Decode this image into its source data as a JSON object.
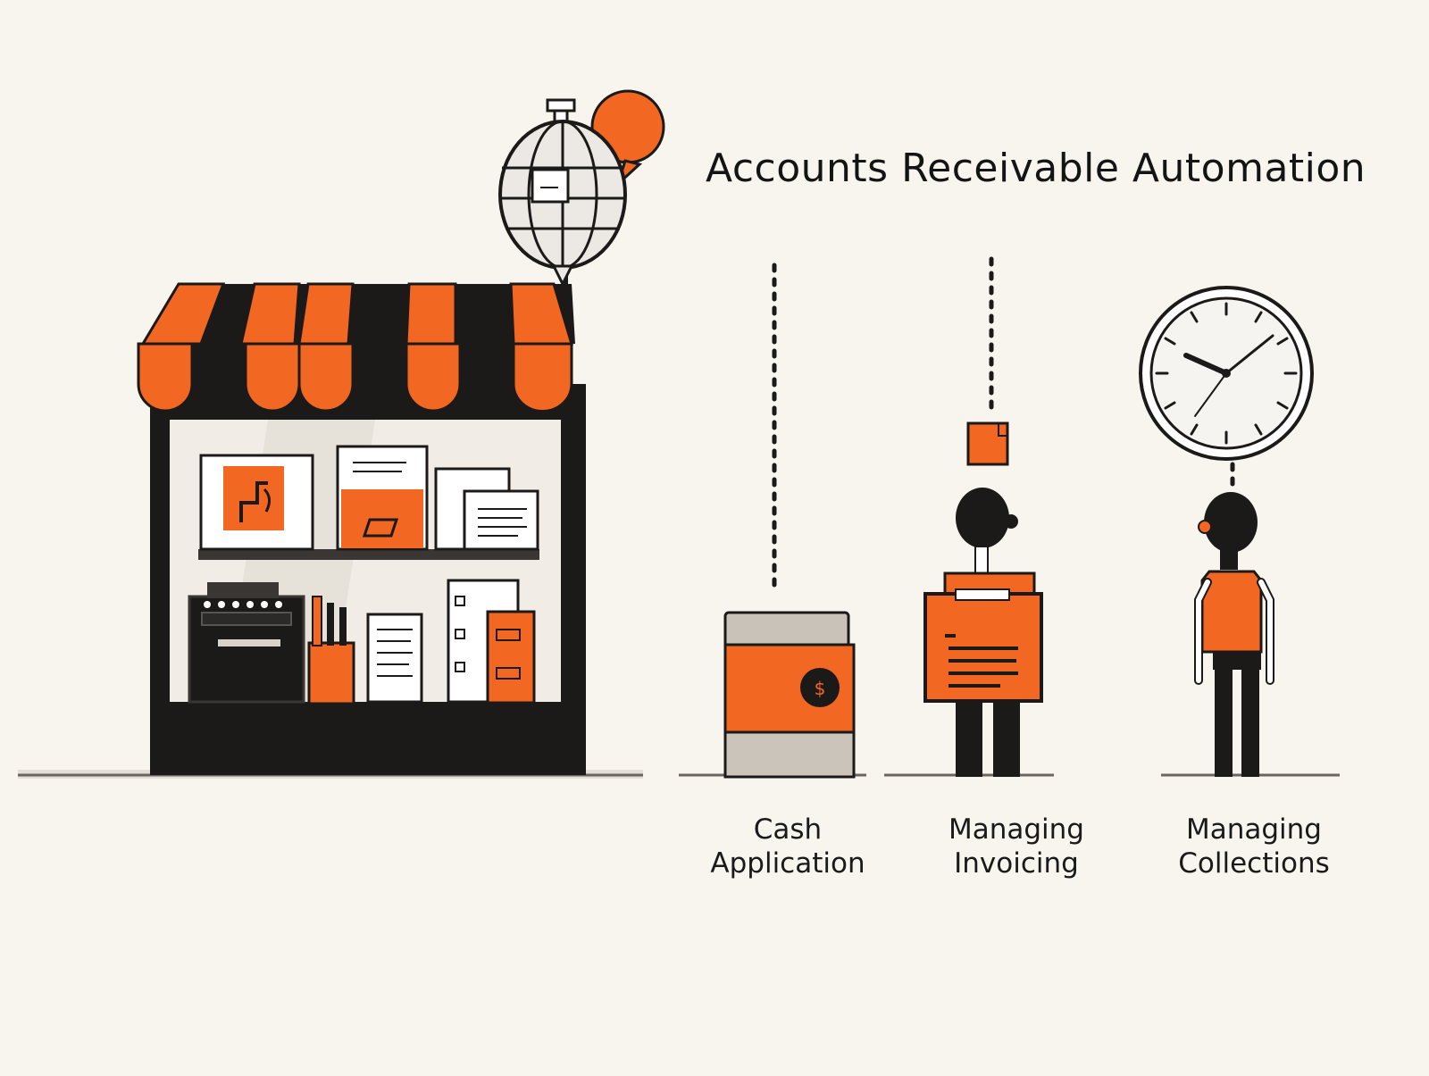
{
  "title": "Accounts Receivable Automation",
  "steps": [
    {
      "line1": "Cash",
      "line2": "Application",
      "icon": "cash-register-icon"
    },
    {
      "line1": "Managing",
      "line2": "Invoicing",
      "icon": "invoice-person-icon"
    },
    {
      "line1": "Managing",
      "line2": "Collections",
      "icon": "clock-person-icon"
    }
  ],
  "colors": {
    "accent": "#f26722",
    "ink": "#1c1a19",
    "background": "#f8f5ef",
    "paper": "#ffffff"
  }
}
